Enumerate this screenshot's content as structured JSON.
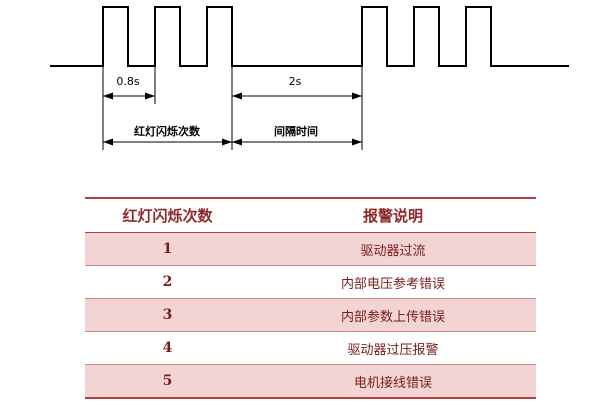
{
  "diagram": {
    "labels": {
      "period": "0.8s",
      "blink_count": "红灯闪烁次数",
      "gap": "2s",
      "gap_label": "间隔时间"
    },
    "colors": {
      "waveform": "#000000",
      "text": "#000000"
    }
  },
  "table": {
    "headers": [
      "红灯闪烁次数",
      "报警说明"
    ],
    "rows": [
      {
        "count": "1",
        "desc": "驱动器过流"
      },
      {
        "count": "2",
        "desc": "内部电压参考错误"
      },
      {
        "count": "3",
        "desc": "内部参数上传错误"
      },
      {
        "count": "4",
        "desc": "驱动器过压报警"
      },
      {
        "count": "5",
        "desc": "电机接线错误"
      }
    ],
    "colors": {
      "header_text": "#8c2a2a",
      "row_text": "#7a1c1c",
      "stripe": "#f2d4d4",
      "rule": "#b04040"
    }
  }
}
